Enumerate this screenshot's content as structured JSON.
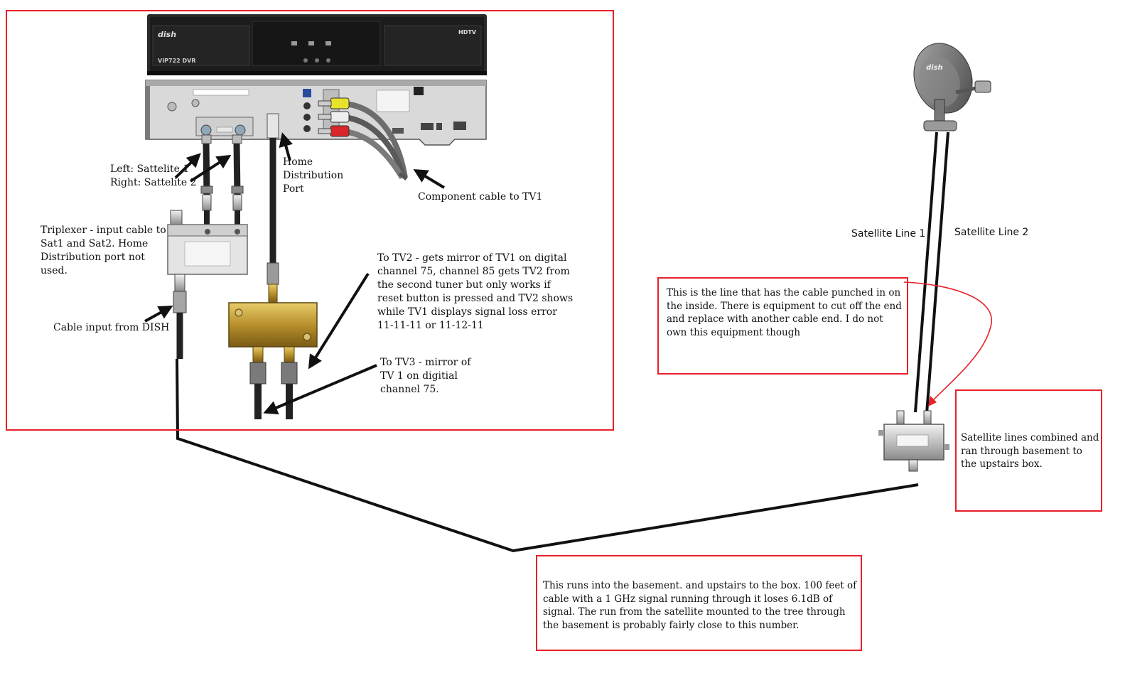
{
  "receiver": {
    "brand": "dish",
    "model": "VIP722 DVR",
    "badge": "HDTV"
  },
  "labels": {
    "sat_ports": "Left: Sattelite 1\nRight: Sattelite 2",
    "home_port": "Home\nDistribution\nPort",
    "component": "Component cable to TV1",
    "triplexer": "Triplexer - input cable to\nSat1 and Sat2. Home\nDistribution port not\nused.",
    "cable_input": "Cable input from DISH",
    "tv2": "To TV2 - gets mirror of TV1 on digital\nchannel 75, channel 85 gets TV2 from\nthe second tuner but only works if\nreset button is pressed and TV2 shows\nwhile TV1 displays signal loss error\n11-11-11 or 11-12-11",
    "tv3": "To TV3 - mirror of\nTV 1 on digitial\nchannel 75.",
    "sat_line_1": "Satellite Line 1",
    "sat_line_2": "Satellite Line 2"
  },
  "notes": {
    "punched_line": "This is the line that has the cable punched in on the inside. There is equipment to cut off the end and replace with another cable end. I do not own this equipment though",
    "combined": "Satellite lines combined and ran through basement to the upstairs box.",
    "basement_run": "This runs into the basement. and upstairs to the box. 100 feet of cable with a 1 GHz signal running through it loses 6.1dB of signal. The run from the satellite mounted to the tree through the basement is probably fairly close to this number."
  },
  "colors": {
    "box_border": "#e8202a",
    "cable": "#111111"
  }
}
